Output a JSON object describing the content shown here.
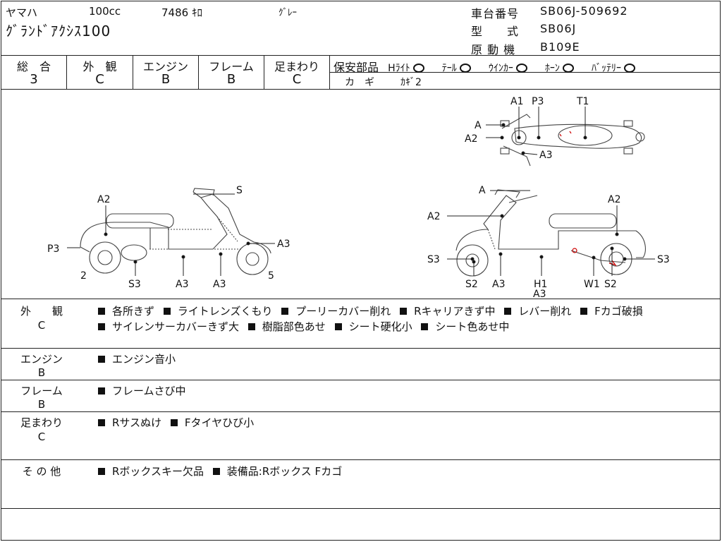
{
  "header": {
    "maker": "ヤマハ",
    "displacement": "100cc",
    "mileage": "7486 ｷﾛ",
    "color": "ｸﾞﾚｰ",
    "model_name": "ｸﾞﾗﾝﾄﾞｱｸｼｽ100",
    "frame_no_label": "車台番号",
    "frame_no": "SB06J-509692",
    "type_label": "型　　式",
    "type": "SB06J",
    "engine_label": "原 動 機",
    "engine": "B109E"
  },
  "grades": [
    {
      "label": "総　合",
      "value": "3"
    },
    {
      "label": "外　観",
      "value": "C"
    },
    {
      "label": "エンジン",
      "value": "B"
    },
    {
      "label": "フレーム",
      "value": "B"
    },
    {
      "label": "足まわり",
      "value": "C"
    }
  ],
  "safety": {
    "label": "保安部品",
    "items": [
      "Hﾗｲﾄ",
      "ﾃｰﾙ",
      "ｳｲﾝｶｰ",
      "ﾎｰﾝ",
      "ﾊﾞｯﾃﾘｰ"
    ],
    "key_label": "カ　ギ",
    "key_value": "ｶｷﾞ2"
  },
  "diagram": {
    "left_labels": [
      "S",
      "A2",
      "P3",
      "A3",
      "2",
      "5",
      "S3",
      "A3",
      "A3"
    ],
    "top_labels": [
      "A1",
      "P3",
      "T1",
      "A",
      "A2",
      "A3"
    ],
    "right_labels": [
      "A",
      "A2",
      "A2",
      "S3",
      "S3",
      "S2",
      "A3",
      "H1",
      "A3",
      "W1",
      "S2"
    ]
  },
  "sections": [
    {
      "label": "外　　観",
      "grade": "C",
      "lines": [
        [
          "各所きず",
          "ライトレンズくもり",
          "プーリーカバー削れ",
          "Rキャリアきず中",
          "レバー削れ",
          "Fカゴ破損"
        ],
        [
          "サイレンサーカバーきず大",
          "樹脂部色あせ",
          "シート硬化小",
          "シート色あせ中"
        ]
      ]
    },
    {
      "label": "エンジン",
      "grade": "B",
      "lines": [
        [
          "エンジン音小"
        ]
      ]
    },
    {
      "label": "フレーム",
      "grade": "B",
      "lines": [
        [
          "フレームさび中"
        ]
      ]
    },
    {
      "label": "足まわり",
      "grade": "C",
      "lines": [
        [
          "Rサスぬけ",
          "Fタイヤひび小"
        ]
      ]
    },
    {
      "label": "そ の 他",
      "grade": "",
      "lines": [
        [
          "Rボックスキー欠品",
          "装備品:Rボックス Fカゴ"
        ]
      ]
    }
  ]
}
